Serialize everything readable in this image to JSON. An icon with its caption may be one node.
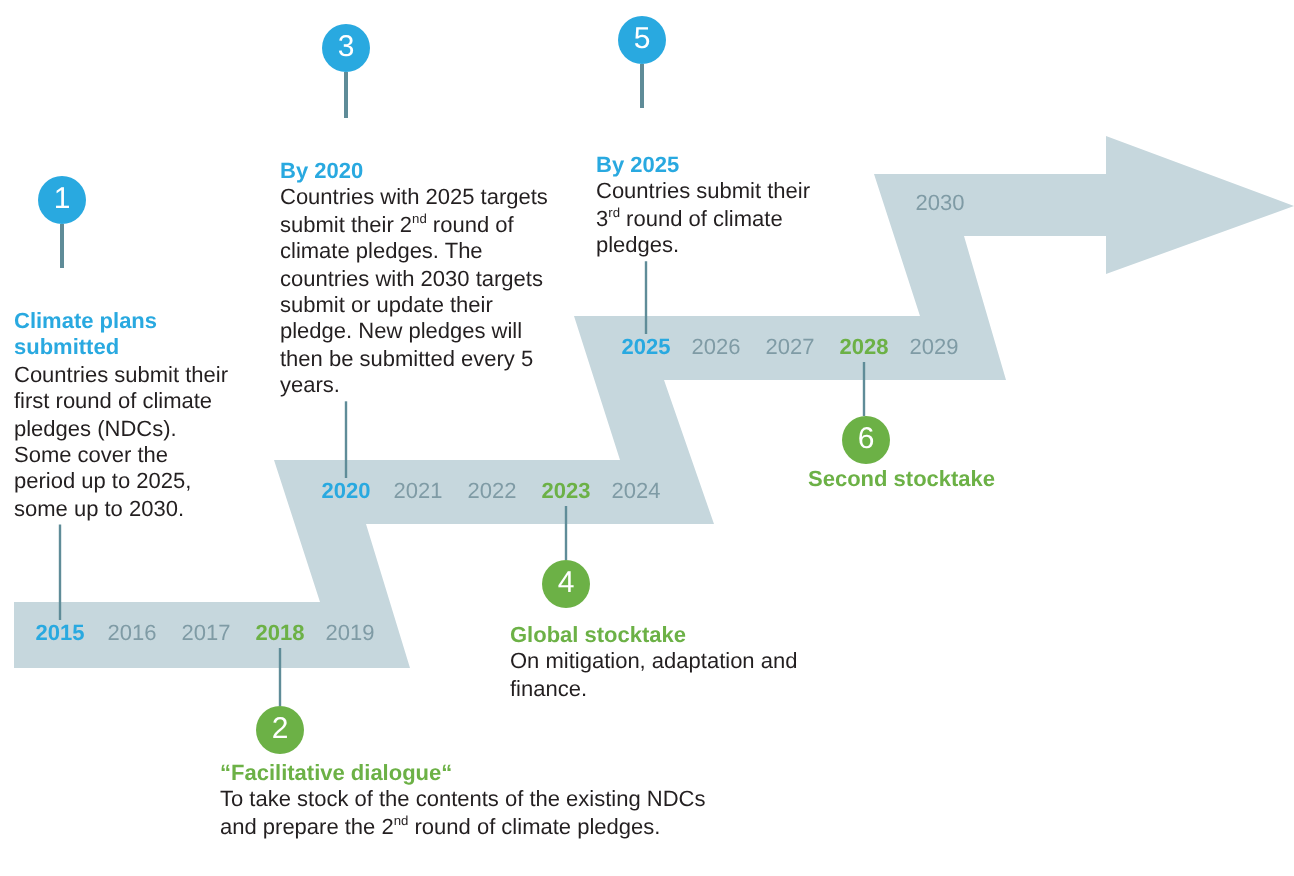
{
  "diagram": {
    "nodes": [
      {
        "text": [
          "1"
        ]
      },
      {
        "text": [
          "Climate plans submitted",
          "Countries submit their first round of climate pledges (NDCs). Some cover the period up to 2025, some up to 2030."
        ]
      },
      {
        "text": [
          "2"
        ]
      },
      {
        "text": [
          "“Facilitative dialogue“",
          "To take stock of the contents of the existing NDCs and prepare the 2$^{nd}$ round of climate pledges."
        ]
      },
      {
        "text": [
          "3"
        ]
      },
      {
        "text": [
          "By 2020",
          "Countries with 2025 targets submit their 2$^{nd}$ round of climate pledges. The countries with 2030 targets submit or update their pledge. New pledges will then be submitted every 5 years."
        ]
      },
      {
        "text": [
          "4"
        ]
      },
      {
        "text": [
          "Global stocktake",
          "On mitigation, adaptation and finance."
        ]
      },
      {
        "text": [
          "5"
        ]
      },
      {
        "text": [
          "By 2025",
          "Countries submit their 3$^{rd}$ round of climate pledges."
        ]
      },
      {
        "text": [
          "6"
        ]
      },
      {
        "text": [
          "Second stocktake"
        ]
      },
      {
        "text": [
          "2015"
        ]
      },
      {
        "text": [
          "2016"
        ]
      },
      {
        "text": [
          "2017"
        ]
      },
      {
        "text": [
          "2018"
        ]
      },
      {
        "text": [
          "2019"
        ]
      },
      {
        "text": [
          "2020"
        ]
      },
      {
        "text": [
          "2021"
        ]
      },
      {
        "text": [
          "2022"
        ]
      },
      {
        "text": [
          "2023"
        ]
      },
      {
        "text": [
          "2024"
        ]
      },
      {
        "text": [
          "2025"
        ]
      },
      {
        "text": [
          "2026"
        ]
      },
      {
        "text": [
          "2027"
        ]
      },
      {
        "text": [
          "2028"
        ]
      },
      {
        "text": [
          "2029"
        ]
      },
      {
        "text": [
          "2030"
        ]
      }
    ],
    "edges": [
      {
        "from": 1,
        "to": 12,
        "arrow": "none"
      },
      {
        "from": 15,
        "to": 2,
        "arrow": "none"
      },
      {
        "from": 5,
        "to": 17,
        "arrow": "none"
      },
      {
        "from": 20,
        "to": 6,
        "arrow": "none"
      },
      {
        "from": 9,
        "to": 22,
        "arrow": "none"
      },
      {
        "from": 25,
        "to": 10,
        "arrow": "none"
      }
    ]
  }
}
